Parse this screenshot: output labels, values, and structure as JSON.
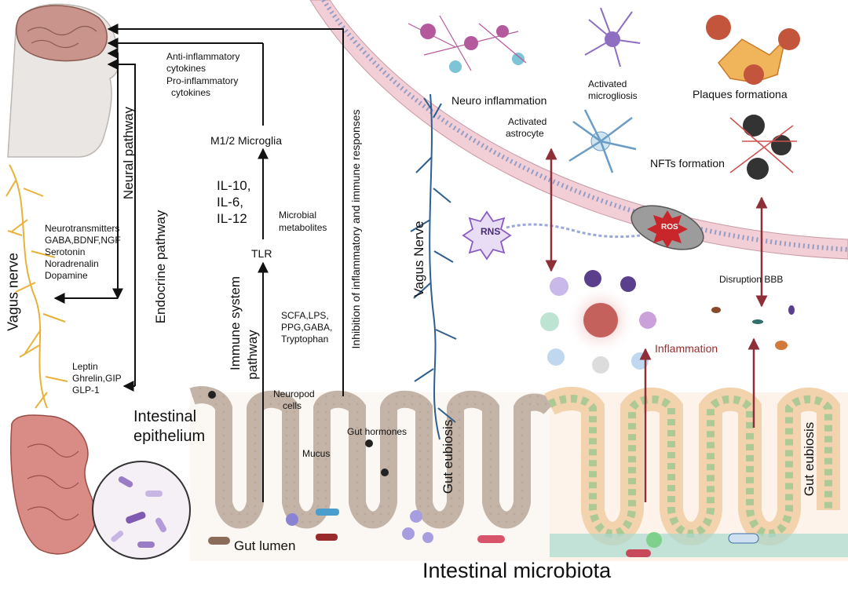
{
  "labels": {
    "anti_inflammatory": "Anti-inflammatory",
    "cytokines_1": "cytokines",
    "pro_inflammatory": "Pro-inflammatory",
    "cytokines_2": "cytokines",
    "microglia": "M1/2  Microglia",
    "il10": "IL-10,",
    "il6": "IL-6,",
    "il12": "IL-12",
    "microbial": "Microbial",
    "metabolites": "metabolites",
    "tlr": "TLR",
    "scfa1": "SCFA,LPS,",
    "scfa2": "PPG,GABA,",
    "scfa3": "Tryptophan",
    "neuropod1": "Neuropod",
    "neuropod2": "cells",
    "gut_hormones": "Gut hormones",
    "mucus": "Mucus",
    "gut_lumen": "Gut lumen",
    "intestinal_microbiota": "Intestinal microbiota",
    "intestinal_epithelium_1": "Intestinal",
    "intestinal_epithelium_2": "epithelium",
    "neuro_1": "Neurotransmitters",
    "neuro_2": "GABA,BDNF,NGF",
    "neuro_3": "Serotonin",
    "neuro_4": "Noradrenalin",
    "neuro_5": "Dopamine",
    "leptin_1": "Leptin",
    "leptin_2": "Ghrelin,GIP",
    "leptin_3": "GLP-1",
    "neuro_inflammation": "Neuro inflammation",
    "activated_microgliosis_1": "Activated",
    "activated_microgliosis_2": "microgliosis",
    "plaques": "Plaques formationa",
    "activated_astrocyte_1": "Activated",
    "activated_astrocyte_2": "astrocyte",
    "nfts": "NFTs formation",
    "rns": "RNS",
    "ros": "ROS",
    "disruption_bbb": "Disruption BBB",
    "inflammation": "Inflammation"
  },
  "vertical_labels": {
    "neural_pathway": "Neural pathway",
    "endocrine_pathway": "Endocrine pathway",
    "vagus_nerve_left": "Vagus nerve",
    "immune_pathway_1": "Immune system",
    "immune_pathway_2": "pathway",
    "inhibition": "Inhibition of inflammatory and immune responses",
    "vagus_nerve_mid": "Vagus Nerve",
    "gut_eubiosis_mid": "Gut eubiosis",
    "gut_eubiosis_right": "Gut eubiosis"
  },
  "colors": {
    "arrow": "#111111",
    "red_arrow": "#8e2f38",
    "vessel": "#f0c8cf",
    "vagus_blue": "#2e5f8e",
    "vagus_yellow": "#e8b23a",
    "villi_left": "#d9cfc7",
    "villi_right": "#f6d9b8",
    "inflammation_text": "#9b2d2d"
  }
}
